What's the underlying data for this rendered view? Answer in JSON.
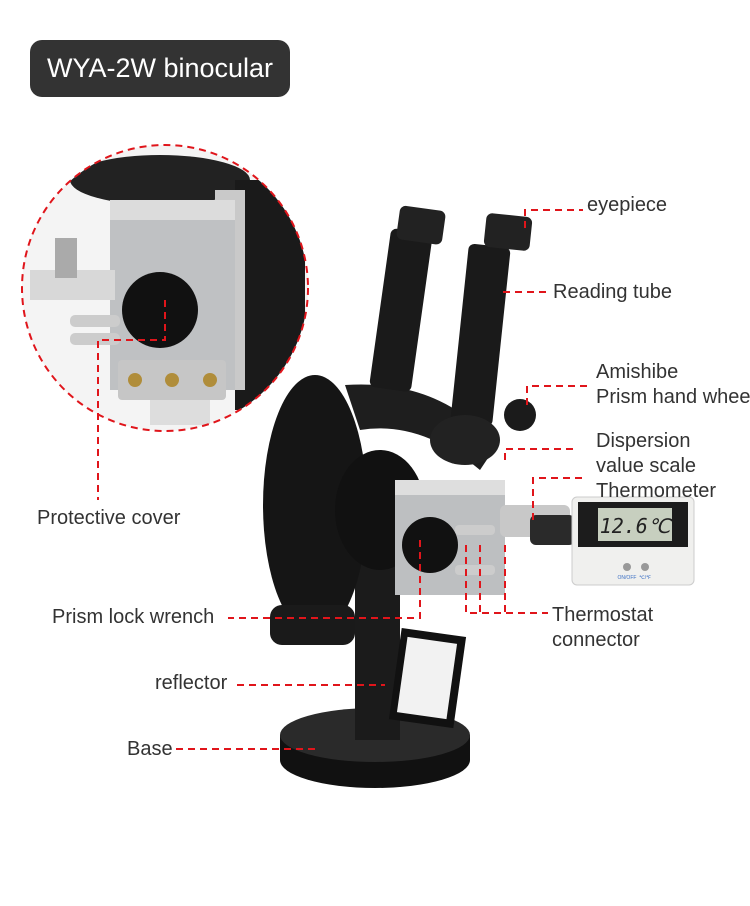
{
  "title": "WYA-2W binocular",
  "labels": {
    "eyepiece": "eyepiece",
    "reading_tube": "Reading tube",
    "amishibe": "Amishibe",
    "prism_hand_wheel": "Prism hand wheel",
    "dispersion": "Dispersion",
    "value_scale": "value scale",
    "thermometer": "Thermometer",
    "protective_cover": "Protective cover",
    "prism_lock_wrench": "Prism lock wrench",
    "thermostat": "Thermostat",
    "connector": "connector",
    "reflector": "reflector",
    "base": "Base"
  },
  "thermometer_display": {
    "reading": "12.6℃",
    "button_1": "ON/OFF",
    "button_2": "℃/℉"
  },
  "colors": {
    "leader": "#e0151b",
    "title_bg": "#333333"
  }
}
